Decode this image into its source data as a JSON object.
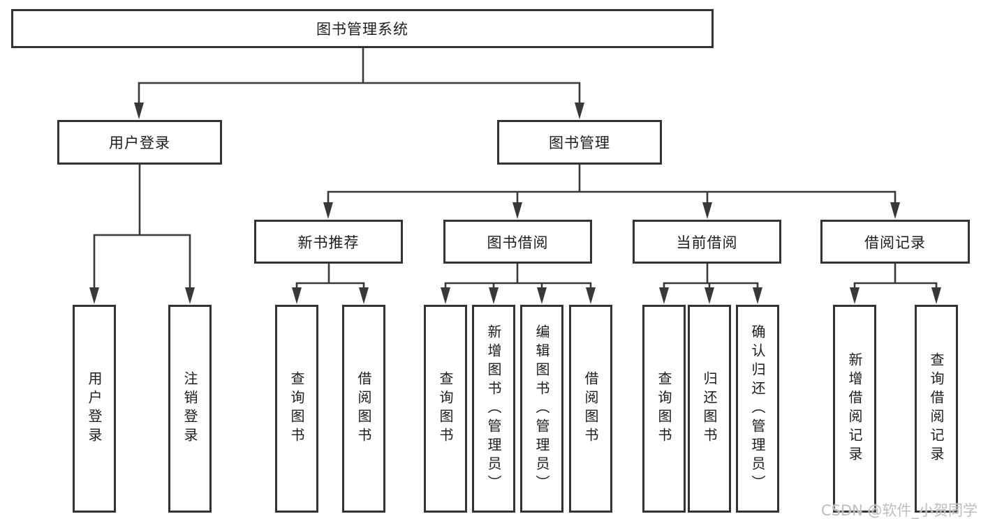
{
  "tree": {
    "root": {
      "label": "图书管理系统"
    },
    "branches": [
      {
        "label": "用户登录",
        "children": [
          {
            "label": "用户登录"
          },
          {
            "label": "注销登录"
          }
        ]
      },
      {
        "label": "图书管理",
        "children": [
          {
            "label": "新书推荐",
            "children": [
              {
                "label": "查询图书"
              },
              {
                "label": "借阅图书"
              }
            ]
          },
          {
            "label": "图书借阅",
            "children": [
              {
                "label": "查询图书"
              },
              {
                "label": "新增图书（管理员）"
              },
              {
                "label": "编辑图书（管理员）"
              },
              {
                "label": "借阅图书"
              }
            ]
          },
          {
            "label": "当前借阅",
            "children": [
              {
                "label": "查询图书"
              },
              {
                "label": "归还图书"
              },
              {
                "label": "确认归还（管理员）"
              }
            ]
          },
          {
            "label": "借阅记录",
            "children": [
              {
                "label": "新增借阅记录"
              },
              {
                "label": "查询借阅记录"
              }
            ]
          }
        ]
      }
    ]
  },
  "watermark": "CSDN @软件_小贺同学",
  "colors": {
    "line": "#383838",
    "border": "#333333",
    "fill": "#ffffff",
    "text": "#1c1c1c",
    "watermark": "#bdbdbd",
    "background": "#ffffff"
  }
}
